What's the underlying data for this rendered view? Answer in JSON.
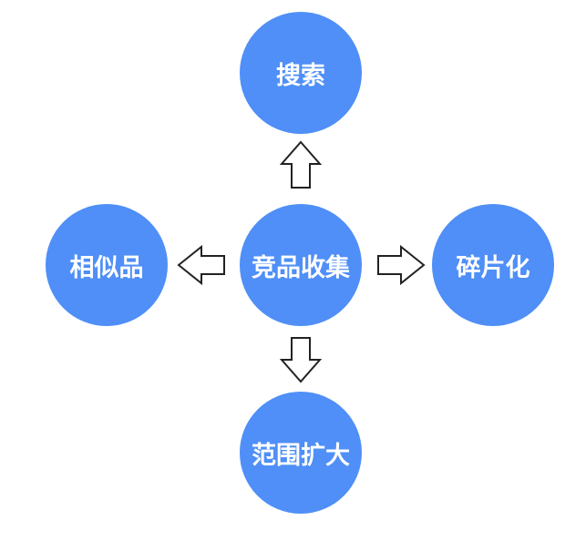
{
  "diagram": {
    "center": {
      "label": "竞品收集"
    },
    "top": {
      "label": "搜索"
    },
    "left": {
      "label": "相似品"
    },
    "right": {
      "label": "碎片化"
    },
    "bottom": {
      "label": "范围扩大"
    }
  },
  "colors": {
    "node_fill": "#4f8ff7",
    "arrow_fill": "#ffffff",
    "arrow_stroke": "#222222"
  }
}
